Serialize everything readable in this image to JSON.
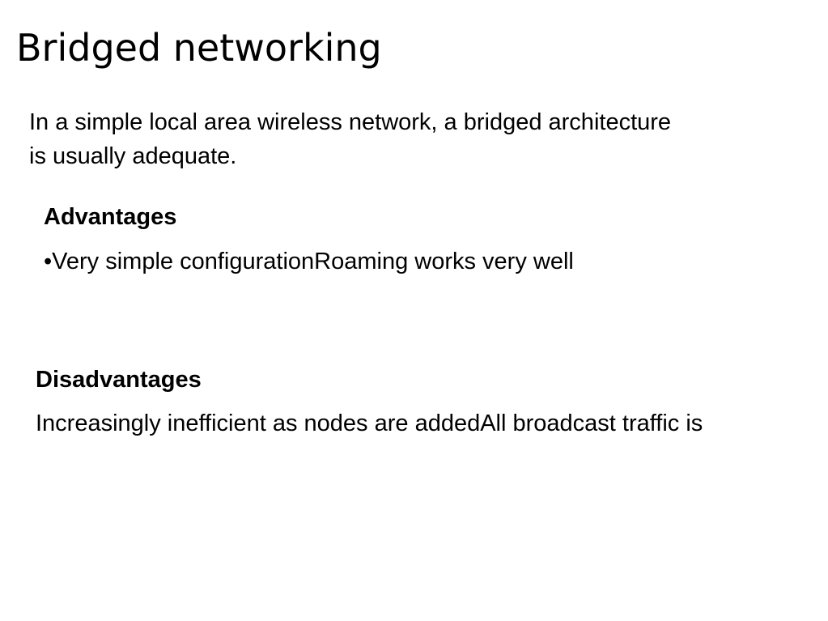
{
  "slide": {
    "title": "Bridged networking",
    "intro": "In a simple local area wireless network, a bridged architecture is usually adequate.",
    "advantages": {
      "heading": "Advantages",
      "text": "•Very simple configurationRoaming works very well"
    },
    "disadvantages": {
      "heading": "Disadvantages",
      "text": "Increasingly inefficient as nodes are addedAll broadcast traffic is"
    }
  }
}
